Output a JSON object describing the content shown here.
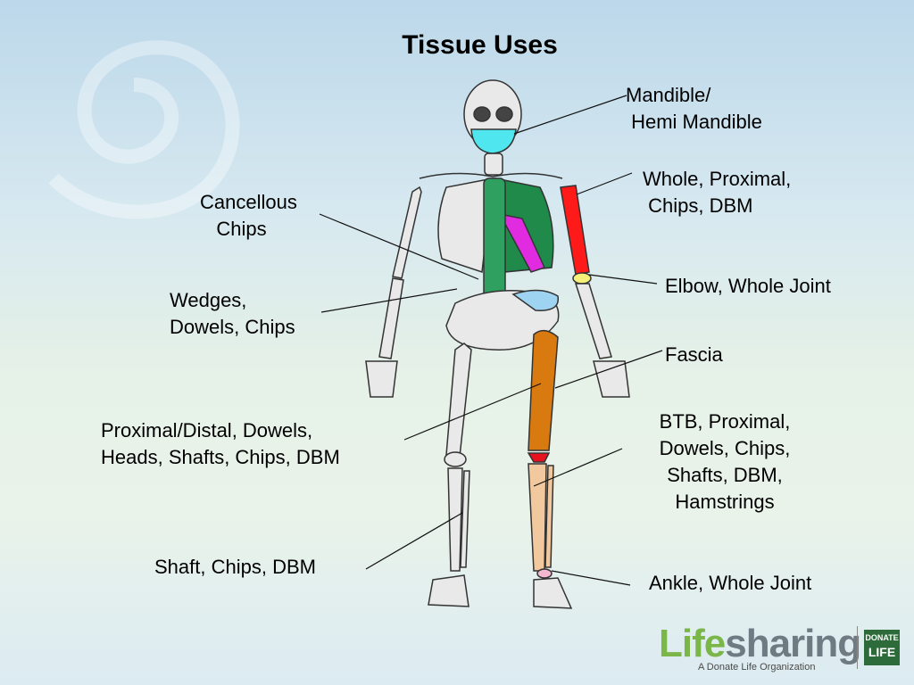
{
  "title": "Tissue Uses",
  "labels": {
    "mandible": "Mandible/\n Hemi Mandible",
    "humerus": "Whole, Proximal,\n Chips, DBM",
    "cancellous": "Cancellous\n   Chips",
    "elbow": "Elbow, Whole Joint",
    "wedges": "Wedges,\nDowels, Chips",
    "fascia": "Fascia",
    "femur": "Proximal/Distal, Dowels,\nHeads, Shafts, Chips, DBM",
    "tibia": "BTB, Proximal,\nDowels, Chips,\nShafts, DBM,\nHamstrings",
    "fibula": "Shaft, Chips, DBM",
    "ankle": "Ankle, Whole Joint"
  },
  "logo": {
    "life": "Life",
    "sharing": "sharing",
    "tagline": "A Donate Life Organization",
    "badge_top": "DONATE",
    "badge_bottom": "LIFE"
  },
  "colors": {
    "mandible": "#4fe6f0",
    "humerus": "#ff1a1a",
    "elbow": "#f5f07a",
    "ribs": "#1f8a4a",
    "sternum": "#e02be0",
    "spine": "#2fa060",
    "ilium": "#9fd3f2",
    "femur": "#d97a10",
    "knee": "#e8121e",
    "tibia": "#f2c99e",
    "ankle": "#f3b8d0",
    "bone": "#e9e9e9",
    "outline": "#333333"
  }
}
